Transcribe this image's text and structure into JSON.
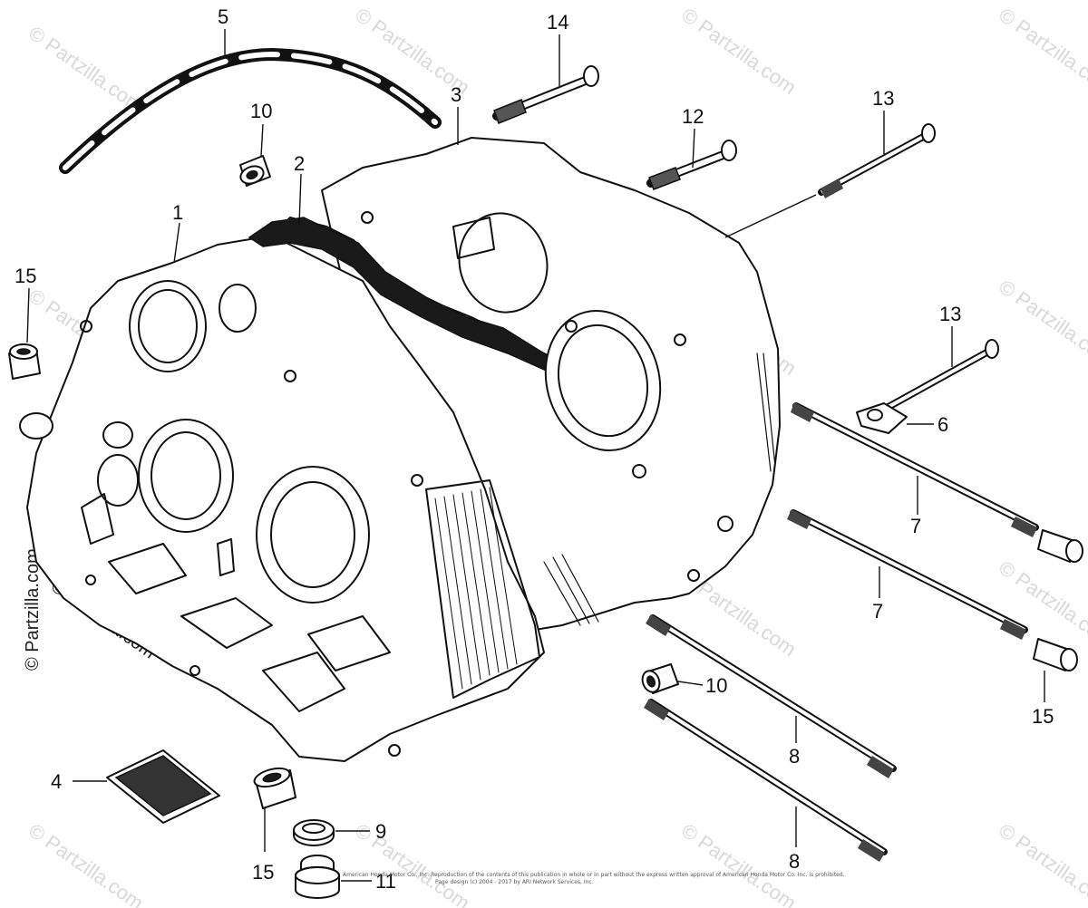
{
  "callouts": {
    "c1": "1",
    "c2": "2",
    "c3": "3",
    "c4": "4",
    "c5": "5",
    "c6": "6",
    "c7a": "7",
    "c7b": "7",
    "c8a": "8",
    "c8b": "8",
    "c9": "9",
    "c10a": "10",
    "c10b": "10",
    "c11": "11",
    "c12": "12",
    "c13a": "13",
    "c13b": "13",
    "c14": "14",
    "c15a": "15",
    "c15b": "15",
    "c15c": "15"
  },
  "watermark": {
    "text": "© Partzilla.com"
  },
  "footer": {
    "line1": "American Honda Motor Co., Inc. Reproduction of the contents of this publication in whole or in part without the express written approval of American Honda Motor Co. Inc. is prohibited.",
    "line2": "Page design (c) 2004 - 2017 by ARI Network Services, Inc."
  },
  "colors": {
    "ink": "#111111",
    "watermark": "#d9d9d9",
    "background": "#ffffff"
  }
}
